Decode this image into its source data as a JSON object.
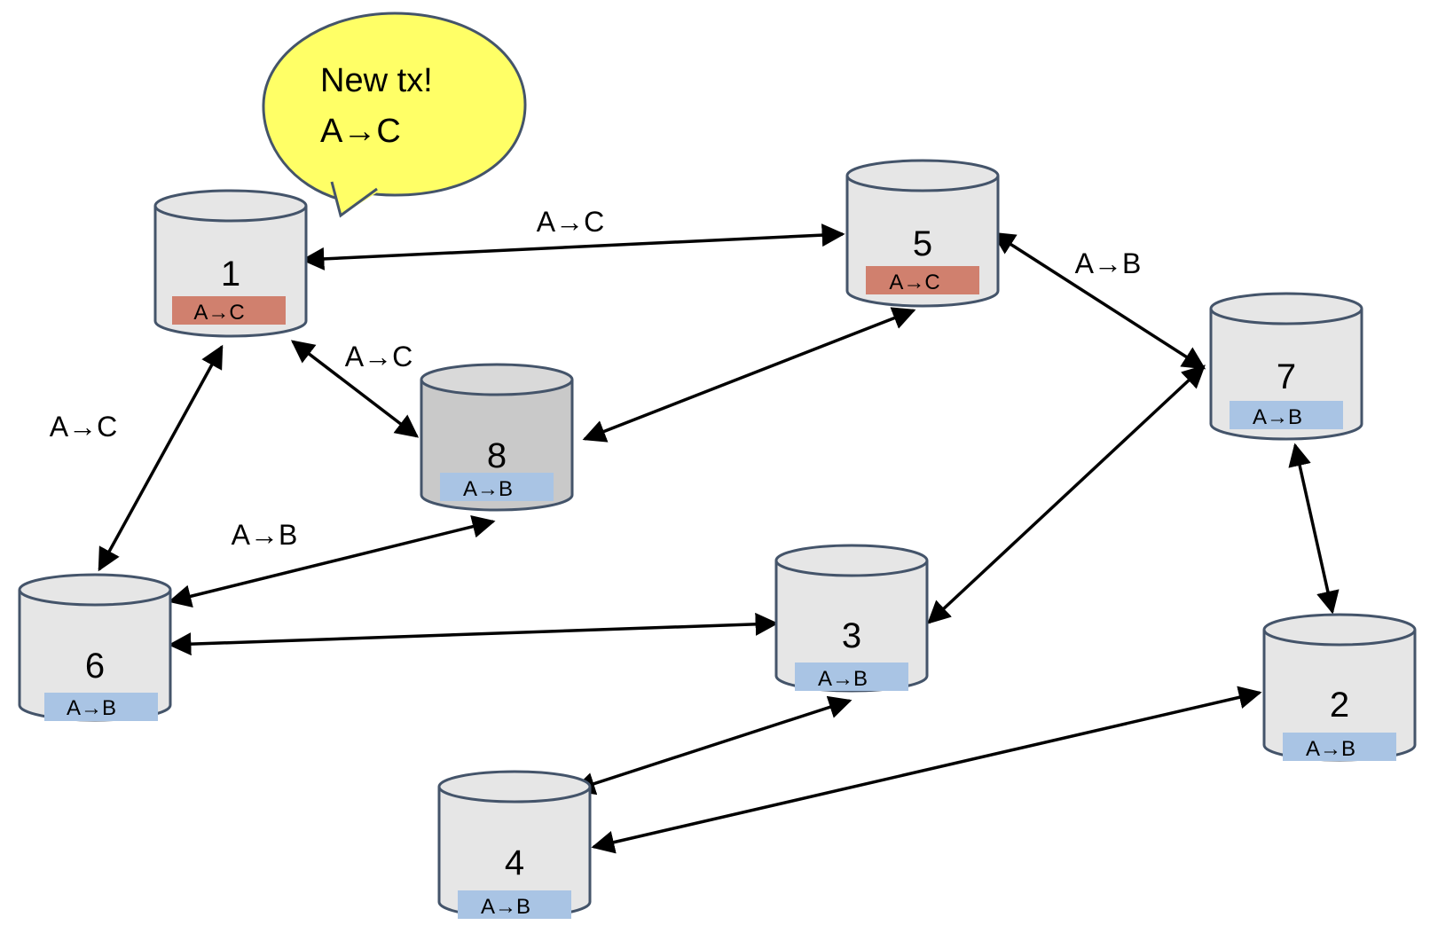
{
  "speech_bubble": {
    "line1": "New tx!",
    "line2": "A→C",
    "fill": "#ffff66"
  },
  "colors": {
    "tx_a_to_c": "#d0806e",
    "tx_a_to_b": "#a9c4e4",
    "node_fill": "#e6e6e6",
    "node_fill_dark": "#c9c9c9",
    "node_stroke": "#44546a"
  },
  "nodes": {
    "n1": {
      "number": "1",
      "tx": "A→C"
    },
    "n2": {
      "number": "2",
      "tx": "A→B"
    },
    "n3": {
      "number": "3",
      "tx": "A→B"
    },
    "n4": {
      "number": "4",
      "tx": "A→B"
    },
    "n5": {
      "number": "5",
      "tx": "A→C"
    },
    "n6": {
      "number": "6",
      "tx": "A→B"
    },
    "n7": {
      "number": "7",
      "tx": "A→B"
    },
    "n8": {
      "number": "8",
      "tx": "A→B"
    }
  },
  "edge_labels": {
    "e1_5": "A→C",
    "e5_7": "A→B",
    "e1_8": "A→C",
    "e1_6": "A→C",
    "e6_8": "A→B"
  }
}
